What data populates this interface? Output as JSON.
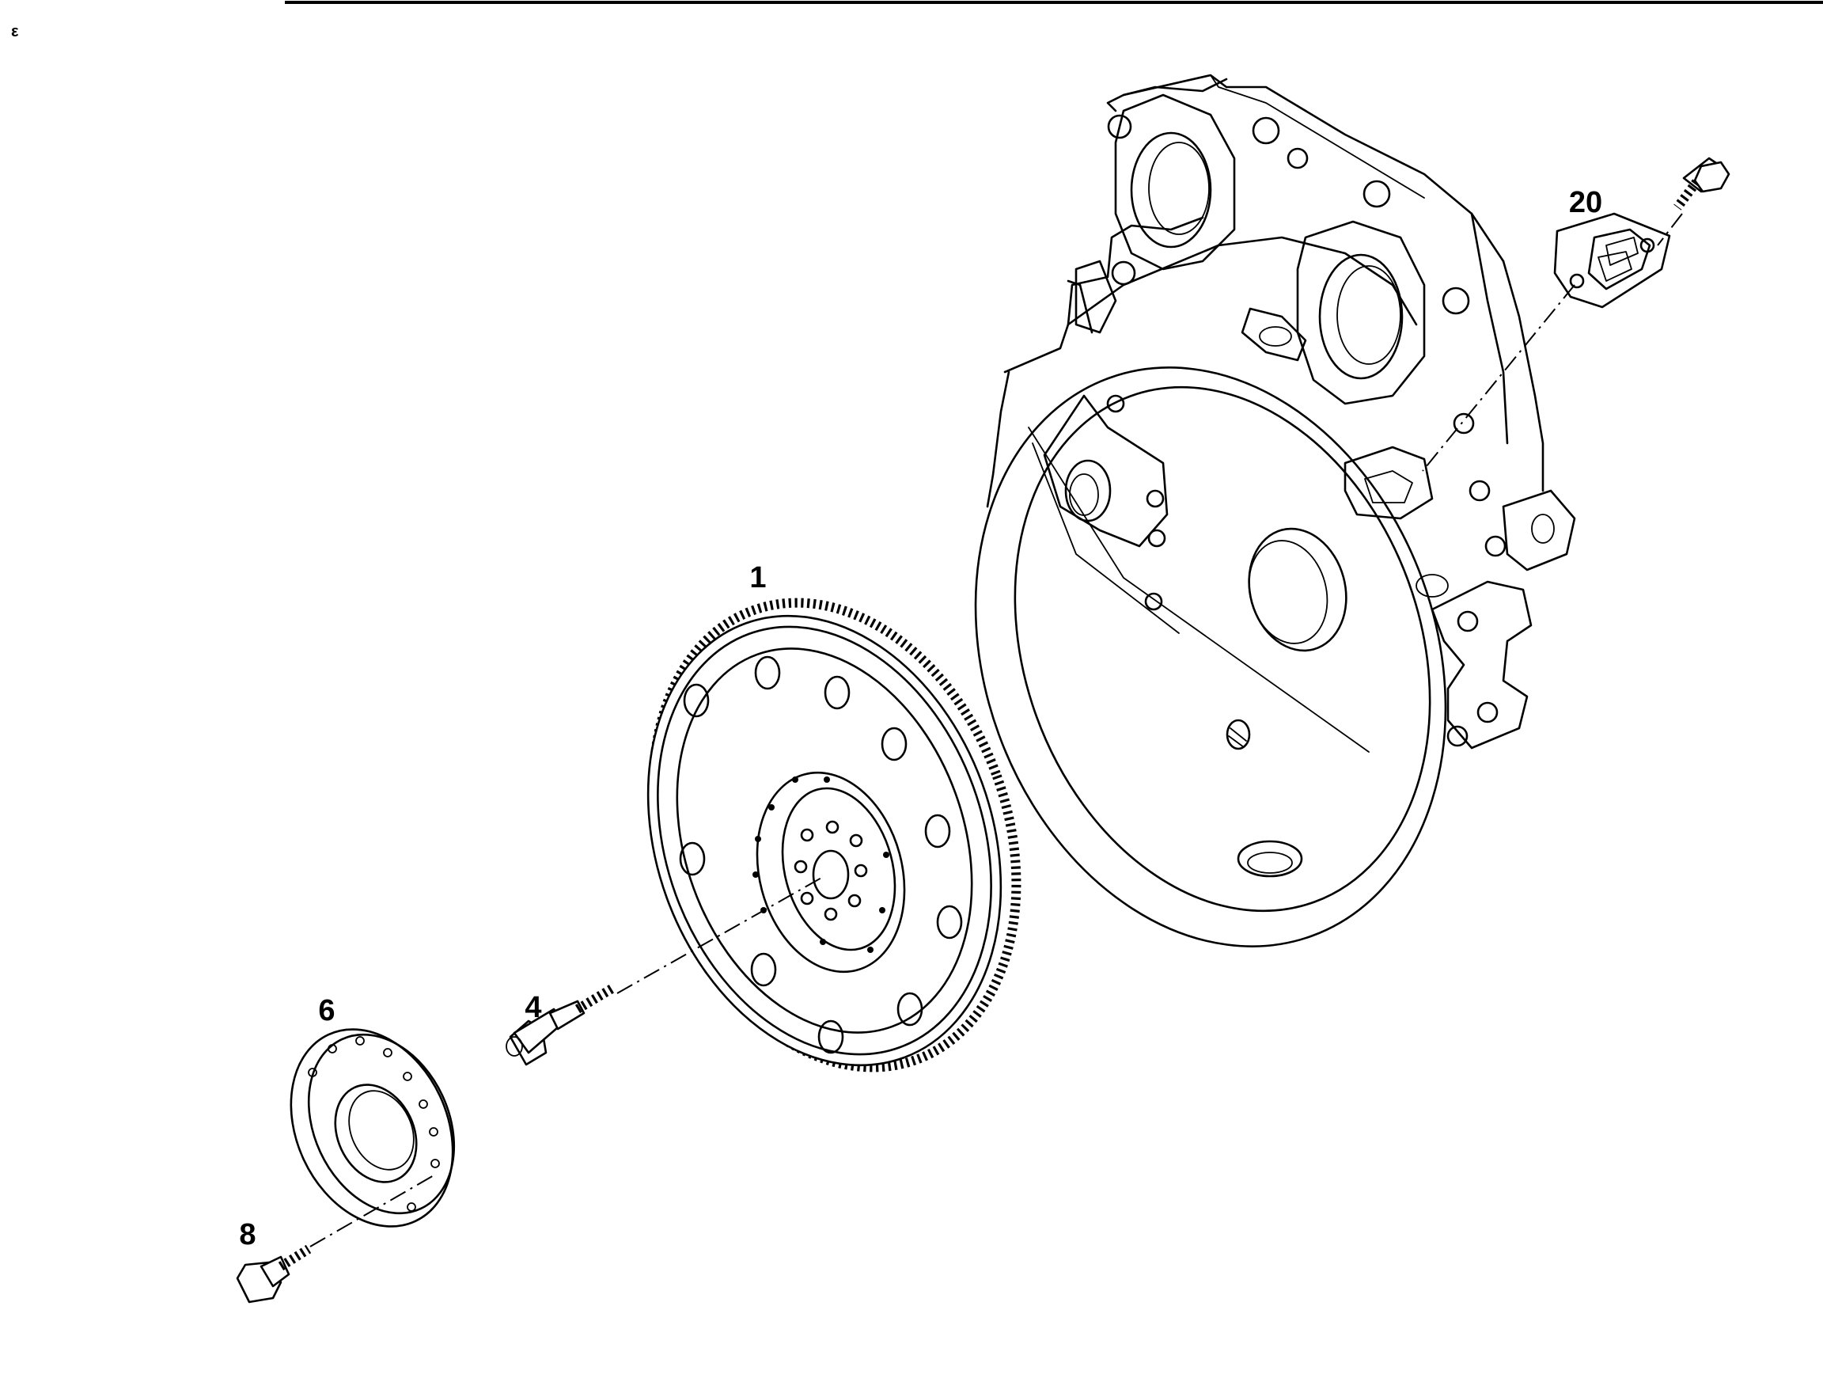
{
  "diagram": {
    "parts": [
      {
        "id": "flywheel",
        "callout": "1"
      },
      {
        "id": "bolt-long",
        "callout": "4"
      },
      {
        "id": "washer-plate",
        "callout": "6"
      },
      {
        "id": "bolt-short",
        "callout": "8"
      },
      {
        "id": "cover-plate",
        "callout": "20"
      }
    ]
  },
  "colors": {
    "ink": "#000000",
    "paper": "#ffffff"
  }
}
